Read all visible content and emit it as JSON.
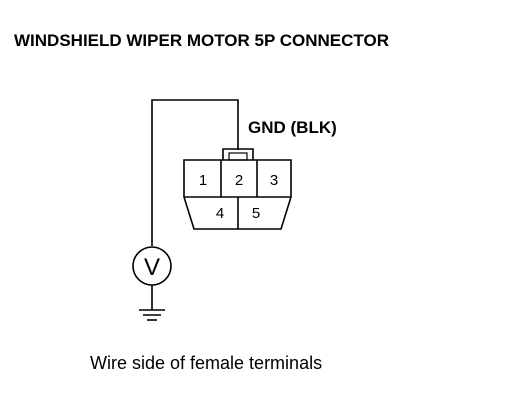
{
  "title": "WINDSHIELD WIPER MOTOR 5P CONNECTOR",
  "ground_label": "GND (BLK)",
  "meter_symbol": "V",
  "pins": [
    "1",
    "2",
    "3",
    "4",
    "5"
  ],
  "caption": "Wire side of female terminals",
  "icons": {
    "meter": "voltmeter-icon",
    "ground": "ground-symbol-icon"
  },
  "colors": {
    "line": "#000000",
    "background": "#ffffff"
  }
}
